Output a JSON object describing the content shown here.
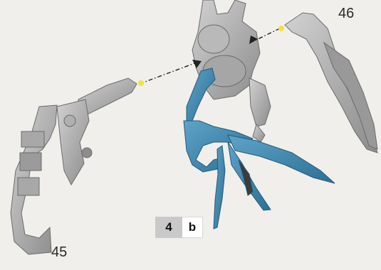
{
  "diagram": {
    "step_label": {
      "number": "4",
      "letter": "b"
    },
    "part_numbers": [
      {
        "id": "45",
        "label": "45"
      },
      {
        "id": "46",
        "label": "46"
      }
    ],
    "colors": {
      "background": "#f1efeb",
      "grey_part": "#9e9e9e",
      "blue_part": "#3f86ad",
      "connector_dot": "#f2e33a",
      "arrow": "#222222"
    }
  }
}
